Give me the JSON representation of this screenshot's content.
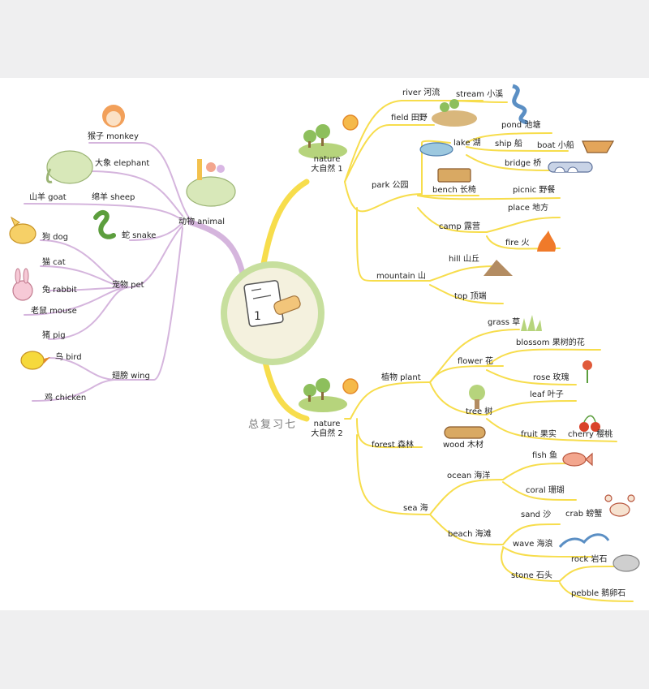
{
  "center": {
    "title": "总复习七"
  },
  "colors": {
    "left_branch": "#d5b5dd",
    "right_branch": "#f7dd4c",
    "center_ring": "#c7df9e",
    "center_fill": "#f4f1de"
  },
  "left": {
    "root": "动物 animal",
    "monkey": "猴子 monkey",
    "elephant": "大象 elephant",
    "goat": "山羊 goat",
    "sheep": "绵羊 sheep",
    "snake": "蛇 snake",
    "pet": "宠物 pet",
    "dog": "狗 dog",
    "cat": "猫 cat",
    "rabbit": "兔 rabbit",
    "mouse": "老鼠 mouse",
    "pig": "猪 pig",
    "wing": "翅膀 wing",
    "bird": "鸟 bird",
    "chicken": "鸡 chicken"
  },
  "nature1": {
    "root": "nature",
    "root_cn": "大自然 1",
    "river": "river 河流",
    "stream": "stream 小溪",
    "field": "field 田野",
    "park": "park 公园",
    "lake": "lake 湖",
    "pond": "pond 池塘",
    "ship": "ship 船",
    "boat": "boat 小船",
    "bridge": "bridge 桥",
    "bench": "bench 长椅",
    "picnic": "picnic 野餐",
    "camp": "camp 露营",
    "place": "place 地方",
    "fire": "fire 火",
    "mountain": "mountain 山",
    "hill": "hill 山丘",
    "top": "top 顶端"
  },
  "nature2": {
    "root": "nature",
    "root_cn": "大自然 2",
    "plant": "植物 plant",
    "grass": "grass 草",
    "flower": "flower 花",
    "blossom": "blossom 果树的花",
    "rose": "rose 玫瑰",
    "tree": "tree 树",
    "leaf": "leaf 叶子",
    "fruit": "fruit 果实",
    "cherry": "cherry 樱桃",
    "forest": "forest 森林",
    "wood": "wood 木材",
    "sea": "sea 海",
    "ocean": "ocean 海洋",
    "fish": "fish 鱼",
    "coral": "coral 珊瑚",
    "beach": "beach 海滩",
    "sand": "sand 沙",
    "crab": "crab 螃蟹",
    "wave": "wave 海浪",
    "stone": "stone 石头",
    "rock": "rock 岩石",
    "pebble": "pebble 鹅卵石"
  }
}
